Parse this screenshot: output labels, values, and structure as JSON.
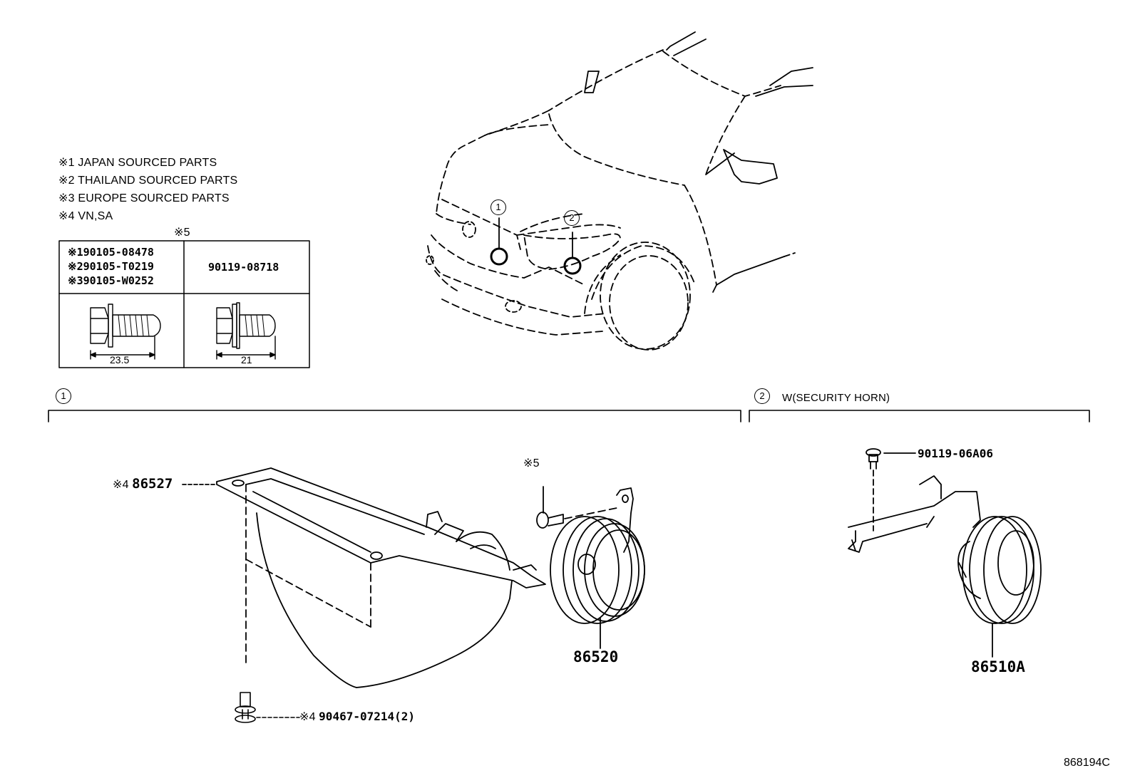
{
  "notes": [
    {
      "mark": "※1",
      "text": "JAPAN SOURCED PARTS"
    },
    {
      "mark": "※2",
      "text": "THAILAND SOURCED PARTS"
    },
    {
      "mark": "※3",
      "text": "EUROPE SOURCED PARTS"
    },
    {
      "mark": "※4",
      "text": "VN,SA"
    }
  ],
  "bolt_table": {
    "header": "※5",
    "left_parts": [
      {
        "mark": "※1",
        "number": "90105-08478"
      },
      {
        "mark": "※2",
        "number": "90105-T0219"
      },
      {
        "mark": "※3",
        "number": "90105-W0252"
      }
    ],
    "right_part": "90119-08718",
    "left_dimension": "23.5",
    "right_dimension": "21"
  },
  "callouts": {
    "one": "1",
    "two": "2"
  },
  "section1": {
    "number": "1"
  },
  "section2": {
    "number": "2",
    "title": "W(SECURITY HORN)"
  },
  "parts": {
    "cover": {
      "mark": "※4",
      "number": "86527"
    },
    "clip": {
      "mark": "※4",
      "number": "90467-07214(2)"
    },
    "bolt5_mark": "※5",
    "horn_low": "86520",
    "security_bolt": "90119-06A06",
    "security_horn": "86510A"
  },
  "diagram_id": "868194C"
}
